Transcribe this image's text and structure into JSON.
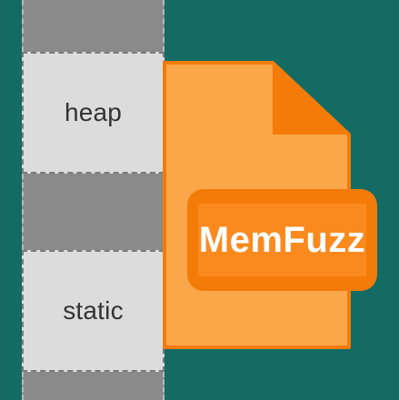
{
  "memory_column": {
    "segments": [
      {
        "kind": "filled",
        "label": ""
      },
      {
        "kind": "light",
        "label": "heap"
      },
      {
        "kind": "filled",
        "label": ""
      },
      {
        "kind": "light",
        "label": "static"
      },
      {
        "kind": "filled",
        "label": ""
      }
    ]
  },
  "logo": {
    "text": "MemFuzz"
  },
  "colors": {
    "background": "#136b63",
    "file_body": "#fca64a",
    "file_outline": "#f47b07",
    "badge": "#f47b07",
    "badge_inner": "#fb8a1e",
    "memory_dark": "#8a8a8a",
    "memory_light": "#dcdcdc"
  }
}
